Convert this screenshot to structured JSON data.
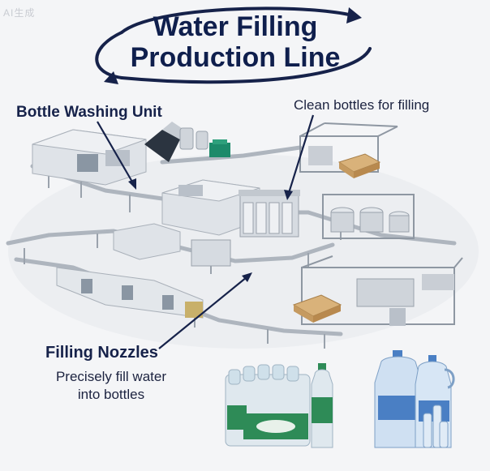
{
  "watermark": "AI生成",
  "title": {
    "line1": "Water Filling",
    "line2": "Production Line"
  },
  "callouts": {
    "bottle_washing": "Bottle Washing Unit",
    "clean_bottles": "Clean bottles for filling",
    "filling_nozzles": "Filling Nozzles",
    "description_line1": "Precisely fill water",
    "description_line2": "into bottles"
  },
  "colors": {
    "title": "#0f1f4d",
    "arrow": "#16224a",
    "machine_body": "#dfe3e8",
    "machine_shade": "#b9c0c9",
    "accent_green": "#1d8a6a",
    "pallet": "#d9b27a",
    "bottle_blue": "#4a7fc4",
    "bottle_green": "#2e8b57"
  },
  "icons": [
    "circular-arrow-icon",
    "pointer-arrow-icon",
    "bottle-pack-icon",
    "water-jug-icon"
  ]
}
